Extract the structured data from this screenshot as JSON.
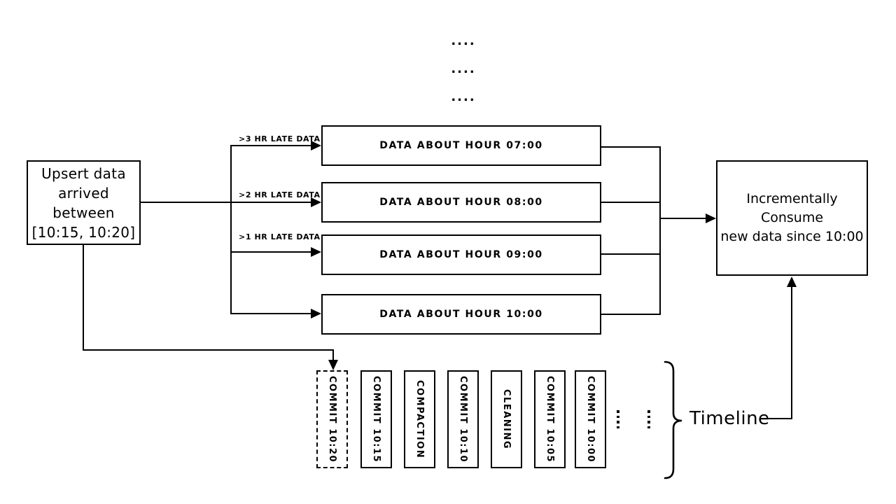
{
  "diagram": {
    "top_dots": {
      "row1": "....",
      "row2": "....",
      "row3": "...."
    },
    "upsert_box": {
      "line1": "Upsert data",
      "line2": "arrived between",
      "line3": "[10:15, 10:20]"
    },
    "branch_labels": [
      {
        "label": ">3 HR LATE DATA"
      },
      {
        "label": ">2 HR LATE DATA"
      },
      {
        "label": ">1 HR LATE DATA"
      }
    ],
    "data_boxes": [
      {
        "label": "DATA ABOUT HOUR 07:00"
      },
      {
        "label": "DATA ABOUT HOUR 08:00"
      },
      {
        "label": "DATA ABOUT HOUR 09:00"
      },
      {
        "label": "DATA ABOUT HOUR 10:00"
      }
    ],
    "consume_box": {
      "line1": "Incrementally Consume",
      "line2": "new data since 10:00"
    },
    "timeline": {
      "label": "Timeline",
      "items": [
        {
          "label": "COMMIT 10:20",
          "style": "dashed"
        },
        {
          "label": "COMMIT 10:15",
          "style": "solid"
        },
        {
          "label": "COMPACTION",
          "style": "solid"
        },
        {
          "label": "COMMIT 10:10",
          "style": "solid"
        },
        {
          "label": "CLEANING",
          "style": "solid"
        },
        {
          "label": "COMMIT 10:05",
          "style": "solid"
        },
        {
          "label": "COMMIT 10:00",
          "style": "solid"
        }
      ]
    },
    "colors": {
      "stroke": "#000000",
      "background": "#ffffff"
    }
  }
}
